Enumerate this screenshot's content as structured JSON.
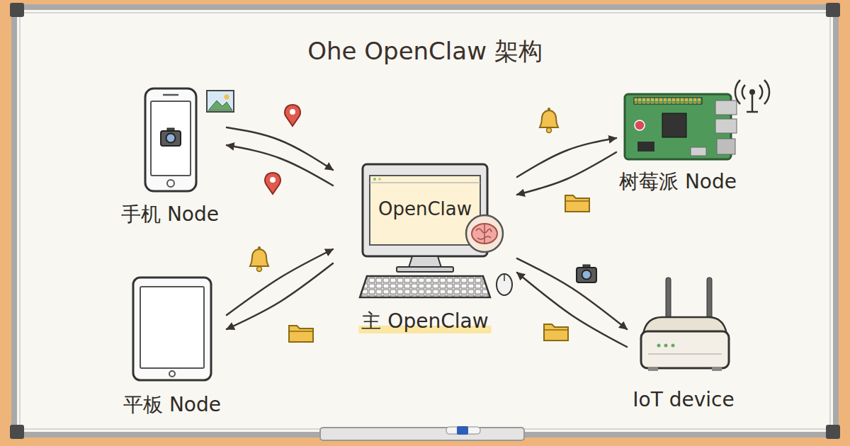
{
  "diagram": {
    "title": "Ohe OpenClaw 架构",
    "nodes": [
      {
        "text": [
          "手机 Node"
        ]
      },
      {
        "text": [
          "树莓派 Node"
        ]
      },
      {
        "text": [
          "OpenClaw",
          "主 OpenClaw"
        ]
      },
      {
        "text": [
          "平板 Node"
        ]
      },
      {
        "text": [
          "IoT device"
        ]
      }
    ],
    "edges": [
      {
        "from": 0,
        "to": 2,
        "arrow": "to"
      },
      {
        "from": 2,
        "to": 0,
        "arrow": "to"
      },
      {
        "from": 2,
        "to": 1,
        "arrow": "to"
      },
      {
        "from": 1,
        "to": 2,
        "arrow": "to"
      },
      {
        "from": 3,
        "to": 2,
        "arrow": "to"
      },
      {
        "from": 2,
        "to": 3,
        "arrow": "to"
      },
      {
        "from": 2,
        "to": 4,
        "arrow": "to"
      },
      {
        "from": 4,
        "to": 2,
        "arrow": "to"
      }
    ]
  }
}
